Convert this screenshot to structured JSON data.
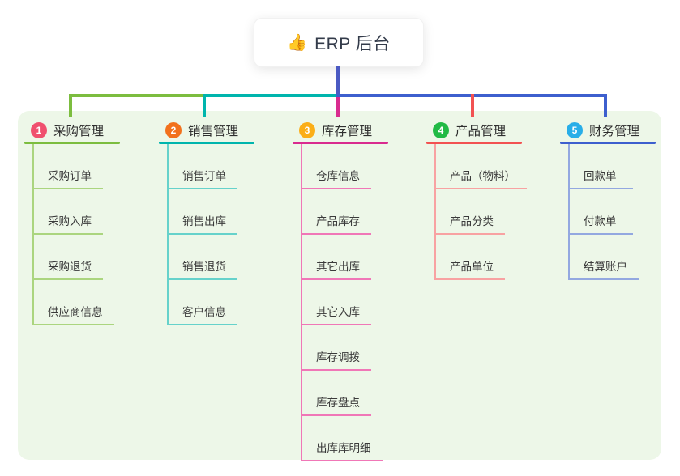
{
  "root": {
    "icon": "👍",
    "label": "ERP 后台"
  },
  "panel": {
    "background": "#edf7e8"
  },
  "connectors": {
    "root_stem_color": "#4b5ac3"
  },
  "branches": [
    {
      "num": "1",
      "label": "采购管理",
      "badge_color": "#f0506e",
      "line_color": "#7cbd3f",
      "child_line_color": "#abd57f",
      "children": [
        "采购订单",
        "采购入库",
        "采购退货",
        "供应商信息"
      ]
    },
    {
      "num": "2",
      "label": "销售管理",
      "badge_color": "#f2711c",
      "line_color": "#00b5ad",
      "child_line_color": "#66d2cb",
      "children": [
        "销售订单",
        "销售出库",
        "销售退货",
        "客户信息"
      ]
    },
    {
      "num": "3",
      "label": "库存管理",
      "badge_color": "#fbae17",
      "line_color": "#d92b8f",
      "child_line_color": "#f077b7",
      "children": [
        "仓库信息",
        "产品库存",
        "其它出库",
        "其它入库",
        "库存调拨",
        "库存盘点",
        "出库库明细"
      ]
    },
    {
      "num": "4",
      "label": "产品管理",
      "badge_color": "#21ba45",
      "line_color": "#f25252",
      "child_line_color": "#f8a2a2",
      "children": [
        "产品（物料）",
        "产品分类",
        "产品单位"
      ]
    },
    {
      "num": "5",
      "label": "财务管理",
      "badge_color": "#28aee8",
      "line_color": "#3d5fce",
      "child_line_color": "#93a8e0",
      "children": [
        "回款单",
        "付款单",
        "结算账户"
      ]
    }
  ]
}
